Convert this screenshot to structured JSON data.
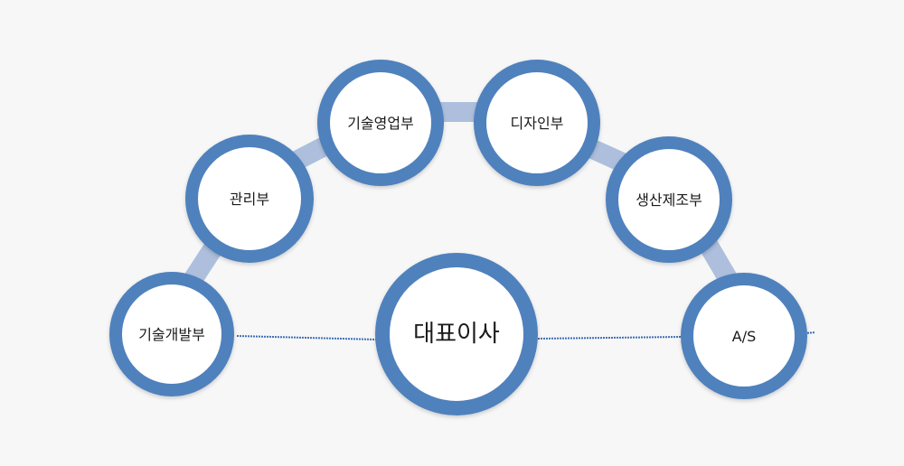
{
  "org": {
    "center": {
      "label": "대표이사"
    },
    "departments": [
      {
        "key": "tech-dev",
        "label": "기술개발부"
      },
      {
        "key": "admin",
        "label": "관리부"
      },
      {
        "key": "tech-sales",
        "label": "기술영업부"
      },
      {
        "key": "design",
        "label": "디자인부"
      },
      {
        "key": "production",
        "label": "생산제조부"
      },
      {
        "key": "as",
        "label": "A/S"
      }
    ]
  },
  "colors": {
    "background": "#f7f7f7",
    "ring": "#4f81bd",
    "fill": "#ffffff",
    "connector": "#aebfdd",
    "dotted_line": "#3f6fb5"
  }
}
